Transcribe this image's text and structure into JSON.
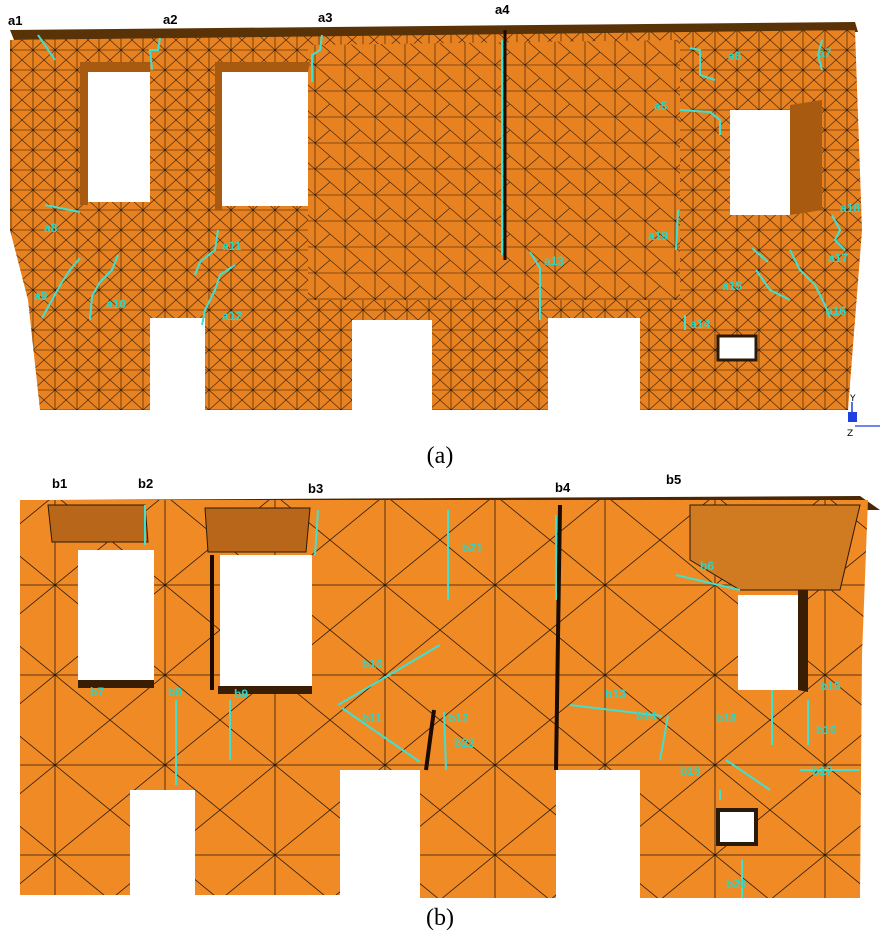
{
  "figure": {
    "caption_a": "(a)",
    "caption_b": "(b)",
    "axis_y_label": "Y",
    "axis_z_label": "Z",
    "panel_a_labels": [
      "a1",
      "a2",
      "a3",
      "a4",
      "a5",
      "a6",
      "a7",
      "a8",
      "a9",
      "a10",
      "a11",
      "a12",
      "a13",
      "a14",
      "a15",
      "a16",
      "a17",
      "a18",
      "a19"
    ],
    "panel_b_labels": [
      "b1",
      "b2",
      "b3",
      "b4",
      "b5",
      "b6",
      "b7",
      "b8",
      "b9",
      "b10",
      "b11",
      "b12",
      "b13",
      "b14",
      "b15",
      "b16",
      "b17",
      "b18",
      "b19",
      "b20",
      "b21",
      "b22"
    ]
  },
  "colors": {
    "wall": "#e8811f",
    "wall_light": "#f39a33",
    "wall_dark": "#a85a10",
    "edge": "#2a1a0a",
    "crack": "#40e0d0",
    "label_on_wall": "#2bd6c4",
    "top_face": "#5a3208",
    "axis_blue": "#1f3fe0"
  }
}
